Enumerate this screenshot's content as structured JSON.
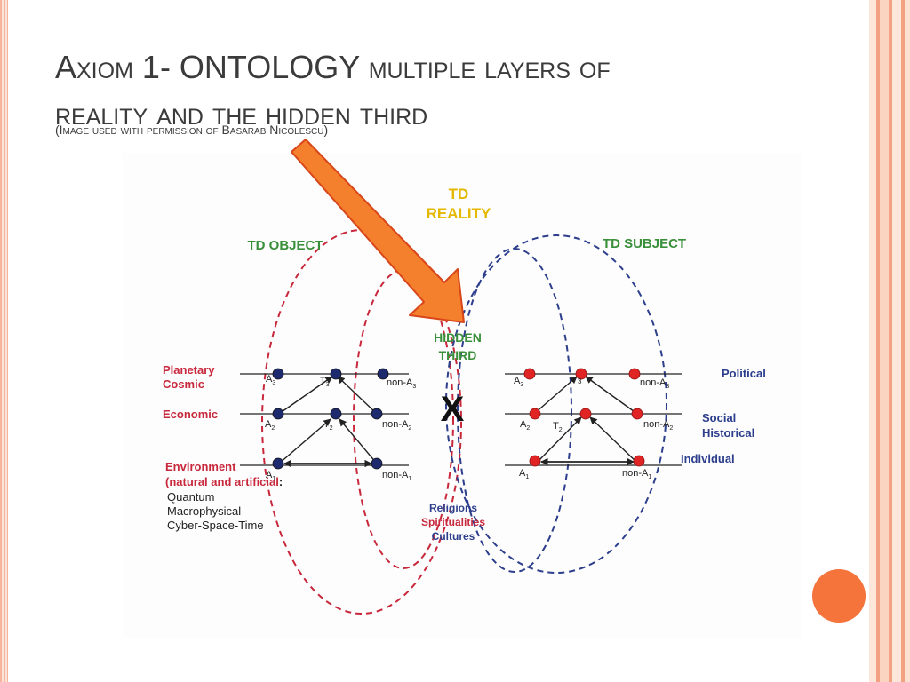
{
  "slide": {
    "title_axiom": "Axiom",
    "title_number": "1- ONTOLOGY",
    "title_rest_1": "multiple layers of",
    "title_rest_2": "reality and the hidden third",
    "subtitle": "(Image used with permission of Basarab Nicolescu)"
  },
  "diagram": {
    "td_reality": [
      "TD",
      "REALITY"
    ],
    "td_object": "TD OBJECT",
    "td_subject": "TD SUBJECT",
    "hidden_third": [
      "HIDDEN",
      "THIRD"
    ],
    "x_mark": "X",
    "left_labels": {
      "planetary": [
        "Planetary",
        "Cosmic"
      ],
      "economic": "Economic",
      "environment": [
        "Environment",
        "(natural and artificial",
        ":"
      ],
      "environment_items": [
        "Quantum",
        "Macrophysical",
        "Cyber-Space-Time"
      ]
    },
    "right_labels": {
      "political": "Political",
      "social": [
        "Social",
        "Historical"
      ],
      "individual": "Individual"
    },
    "center_bottom": [
      "Religions",
      "Spiritualities",
      "Cultures"
    ],
    "node_labels": {
      "A": "A",
      "non_A": "non-A",
      "T": "T",
      "sub1": "1",
      "sub2": "2",
      "sub3": "3"
    }
  },
  "colors": {
    "title": "#3b3b3b",
    "red": "#c8283c",
    "blue": "#2c3e8c",
    "green": "#3a8f3a",
    "yellow": "#e5b800",
    "arrow_fill": "#f47f2c",
    "arrow_stroke": "#d8461a",
    "accent_circle": "#f5743c"
  }
}
